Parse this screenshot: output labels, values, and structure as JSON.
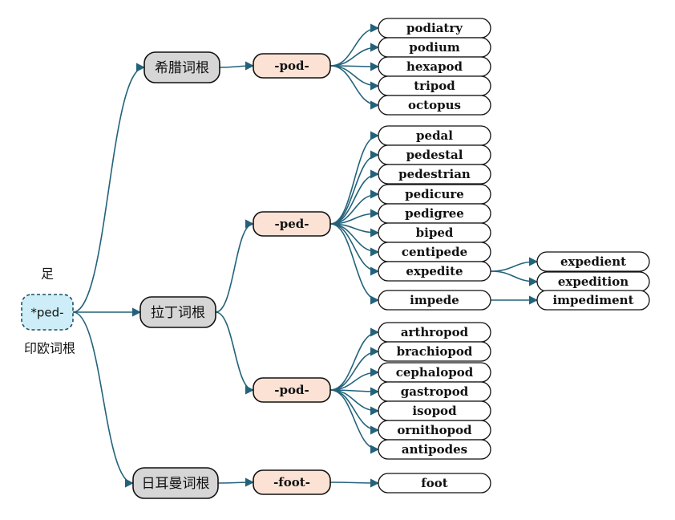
{
  "root": {
    "label": "*ped-",
    "top_note": "足",
    "bottom_note": "印欧词根",
    "color_fill": "#cdeef8",
    "color_stroke": "#1f4e63"
  },
  "colors": {
    "edge": "#23627a",
    "category_fill": "#d6d6d6",
    "category_stroke": "#111111",
    "root_node_fill": "#fbe2d4",
    "root_node_stroke": "#111111",
    "word_fill": "#ffffff",
    "word_stroke": "#111111"
  },
  "branches": [
    {
      "category": "希腊词根",
      "roots": [
        {
          "label": "-pod-",
          "words": [
            {
              "label": "podiatry"
            },
            {
              "label": "podium"
            },
            {
              "label": "hexapod"
            },
            {
              "label": "tripod"
            },
            {
              "label": "octopus"
            }
          ]
        }
      ]
    },
    {
      "category": "拉丁词根",
      "roots": [
        {
          "label": "-ped-",
          "words": [
            {
              "label": "pedal"
            },
            {
              "label": "pedestal"
            },
            {
              "label": "pedestrian"
            },
            {
              "label": "pedicure"
            },
            {
              "label": "pedigree"
            },
            {
              "label": "biped"
            },
            {
              "label": "centipede"
            },
            {
              "label": "expedite",
              "children": [
                {
                  "label": "expedient"
                },
                {
                  "label": "expedition"
                }
              ]
            },
            {
              "label": "impede",
              "children": [
                {
                  "label": "impediment"
                }
              ]
            }
          ]
        },
        {
          "label": "-pod-",
          "words": [
            {
              "label": "arthropod"
            },
            {
              "label": "brachiopod"
            },
            {
              "label": "cephalopod"
            },
            {
              "label": "gastropod"
            },
            {
              "label": "isopod"
            },
            {
              "label": "ornithopod"
            },
            {
              "label": "antipodes"
            }
          ]
        }
      ]
    },
    {
      "category": "日耳曼词根",
      "roots": [
        {
          "label": "-foot-",
          "words": [
            {
              "label": "foot"
            }
          ]
        }
      ]
    }
  ]
}
